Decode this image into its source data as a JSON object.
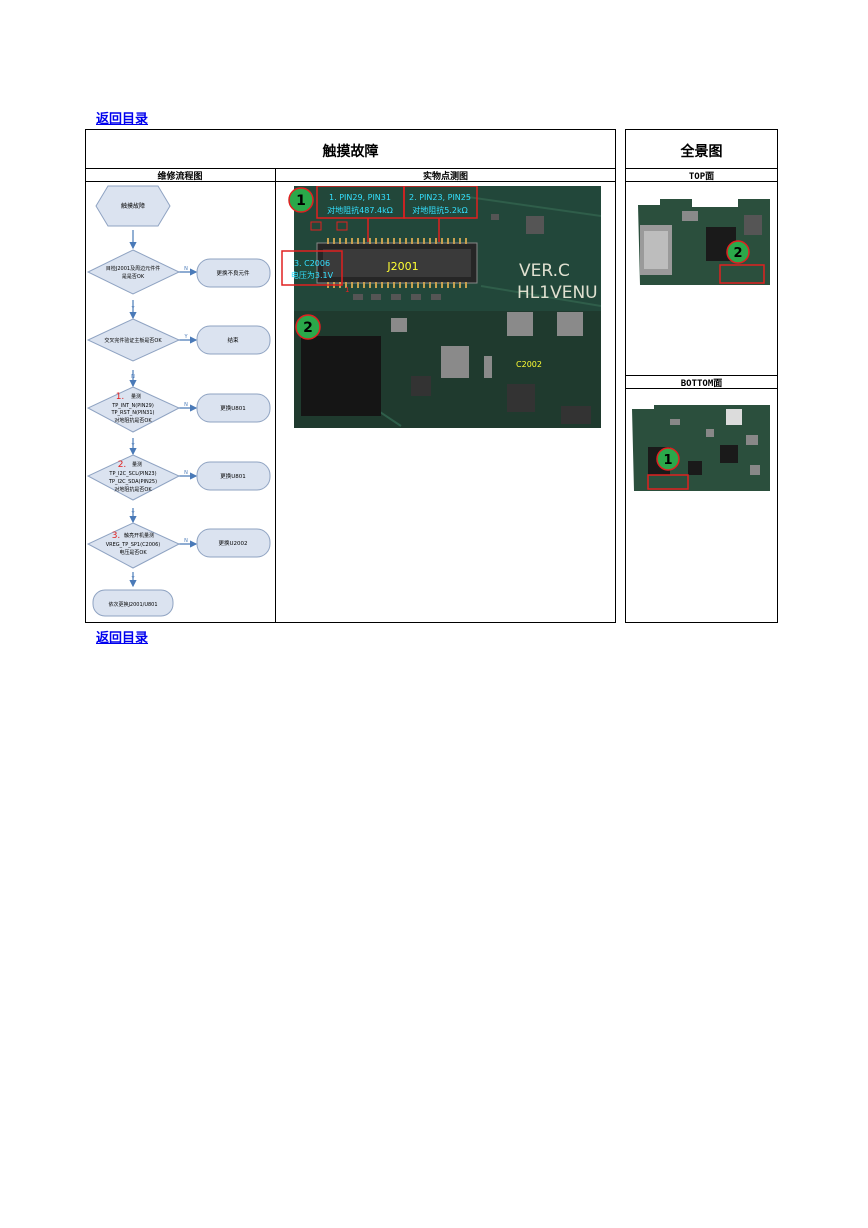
{
  "links": {
    "top": "返回目录",
    "bottom": "返回目录"
  },
  "main_table": {
    "title": "触摸故障",
    "col_flow": "维修流程图",
    "col_photo": "实物点测图"
  },
  "side_table": {
    "title": "全景图",
    "top_label": "TOP面",
    "bottom_label": "BOTTOM面"
  },
  "flowchart": {
    "start": "触摸故障",
    "q1": [
      "目检J2001及周边元件件",
      "是是否OK"
    ],
    "a1": "更换不良元件",
    "q2": "交叉完件验证主板是否OK",
    "a2": "结束",
    "q3_num": "1.",
    "q3": [
      "量测",
      "TP_INT_N(PIN29)",
      "TP_RST_N(PIN31)",
      "对地阻抗是否OK"
    ],
    "a3": "更换U801",
    "q4_num": "2.",
    "q4": [
      "量测",
      "TP_I2C_SCL(PIN23)",
      "TP_I2C_SDA(PIN25)",
      "对地阻抗是否OK"
    ],
    "a4": "更换U801",
    "q5_num": "3.",
    "q5": [
      "触亮开机量测",
      "VREG_TP_SP1(C2006)",
      "电压是否OK"
    ],
    "a5": "更换U2002",
    "end": "依次更换J2001/U801",
    "n": "N",
    "y": "Y"
  },
  "photo": {
    "badge1": "1",
    "badge2": "2",
    "label1": [
      "1. PIN29, PIN31",
      "对地阻抗487.4kΩ"
    ],
    "label2": [
      "2. PIN23, PIN25",
      "对地阻抗5.2kΩ"
    ],
    "label3": [
      "3. C2006",
      "电压为3.1V"
    ],
    "connector": "J2001",
    "pin1": "1",
    "silk1": "VER.C",
    "silk2": "HL1VENU",
    "cap": "C2002"
  },
  "overview": {
    "badge_top": "2",
    "badge_bottom": "1"
  }
}
